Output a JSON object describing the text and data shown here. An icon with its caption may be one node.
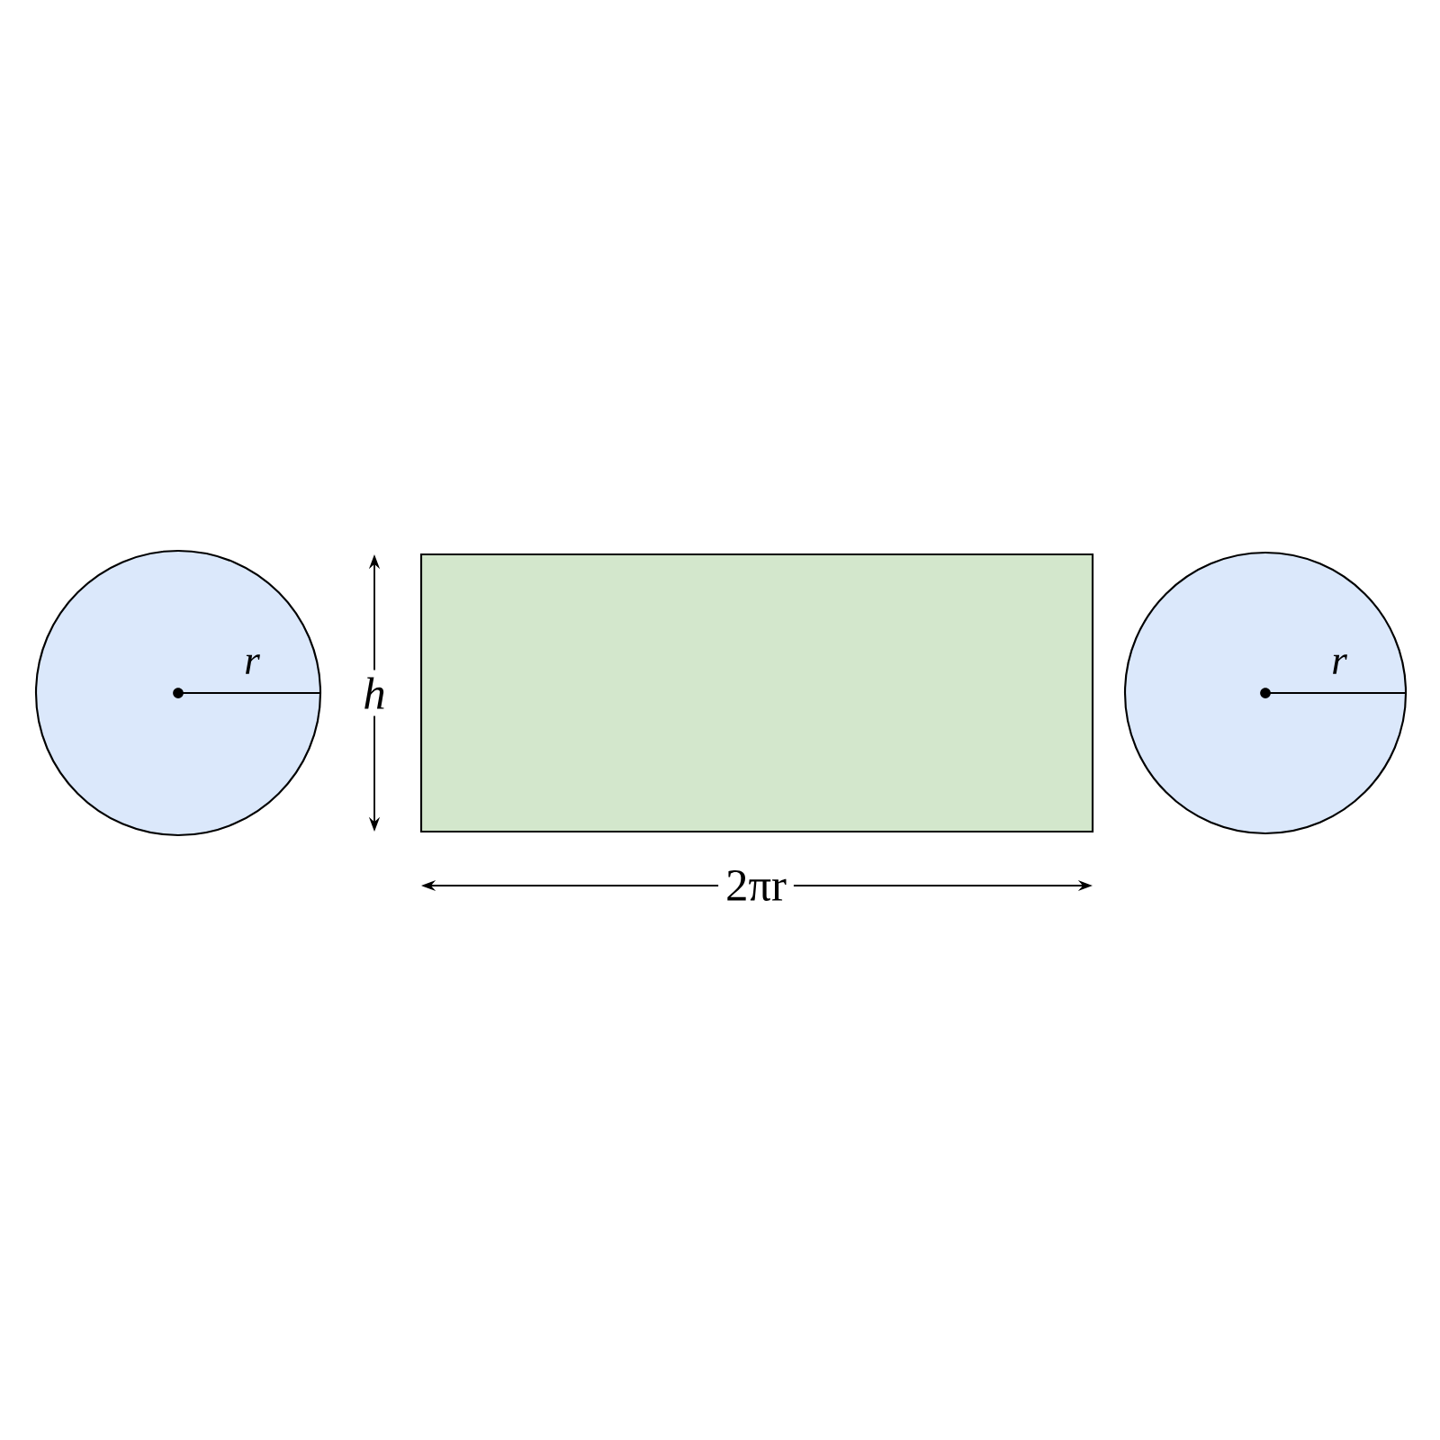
{
  "diagram": {
    "nodes": [
      {
        "text": [
          "r"
        ]
      },
      {
        "text": [],
        "shape": "box"
      },
      {
        "text": [
          "r"
        ]
      }
    ],
    "labels": [
      "h",
      "2πr"
    ]
  }
}
